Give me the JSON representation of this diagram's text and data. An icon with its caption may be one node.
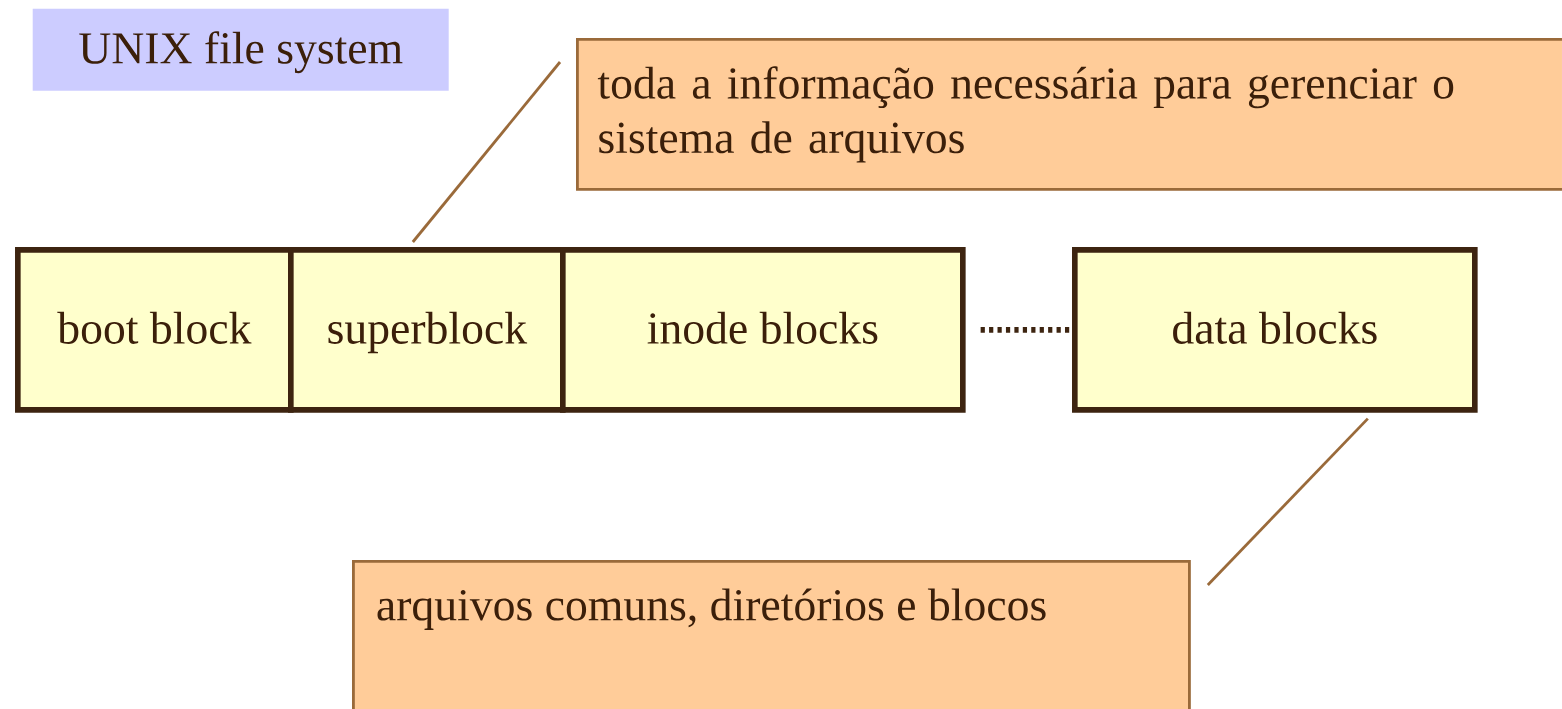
{
  "diagram": {
    "nodes": [
      {
        "text": [
          "UNIX file system"
        ]
      },
      {
        "text": [
          "toda a informação necessária para gerenciar o sistema de arquivos"
        ]
      },
      {
        "text": [
          "boot block"
        ]
      },
      {
        "text": [
          "superblock"
        ]
      },
      {
        "text": [
          "inode blocks"
        ]
      },
      {
        "text": [
          "data blocks"
        ]
      },
      {
        "text": [
          "arquivos comuns, diretórios e blocos"
        ]
      }
    ],
    "edges": [
      {
        "from": 1,
        "to": 3,
        "arrow": "none"
      },
      {
        "from": 4,
        "to": 5,
        "arrow": "none",
        "style": "dashed",
        "color": "#3d2410"
      },
      {
        "from": 6,
        "to": 5,
        "arrow": "none"
      }
    ]
  }
}
